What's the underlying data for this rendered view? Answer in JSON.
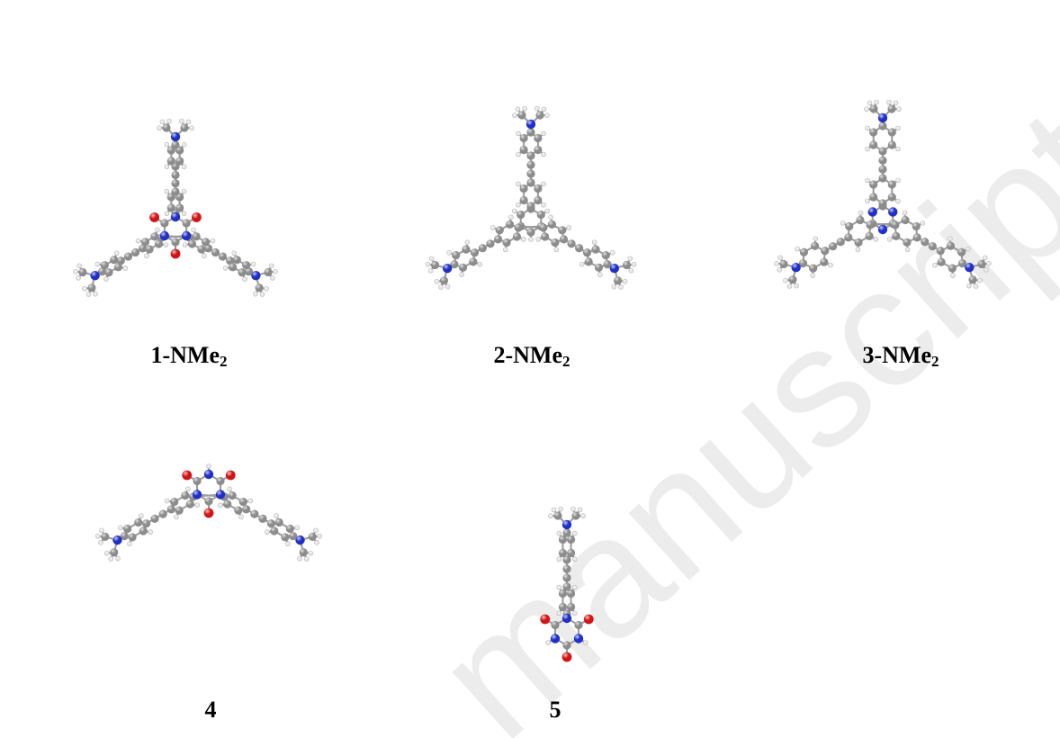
{
  "panels": [
    {
      "id": "p1",
      "label_main": "1-NMe",
      "label_sub": "2"
    },
    {
      "id": "p2",
      "label_main": "2-NMe",
      "label_sub": "2"
    },
    {
      "id": "p3",
      "label_main": "3-NMe",
      "label_sub": "2"
    },
    {
      "id": "p4",
      "label_main": "4",
      "label_sub": ""
    },
    {
      "id": "p5",
      "label_main": "5",
      "label_sub": ""
    }
  ],
  "atom_colors": {
    "carbon": "#8c8c8c",
    "nitrogen": "#1f2fc8",
    "oxygen": "#d21414",
    "hydrogen": "#e8e8e8"
  },
  "watermark": {
    "text": "manuscript",
    "color": "#ececec"
  }
}
